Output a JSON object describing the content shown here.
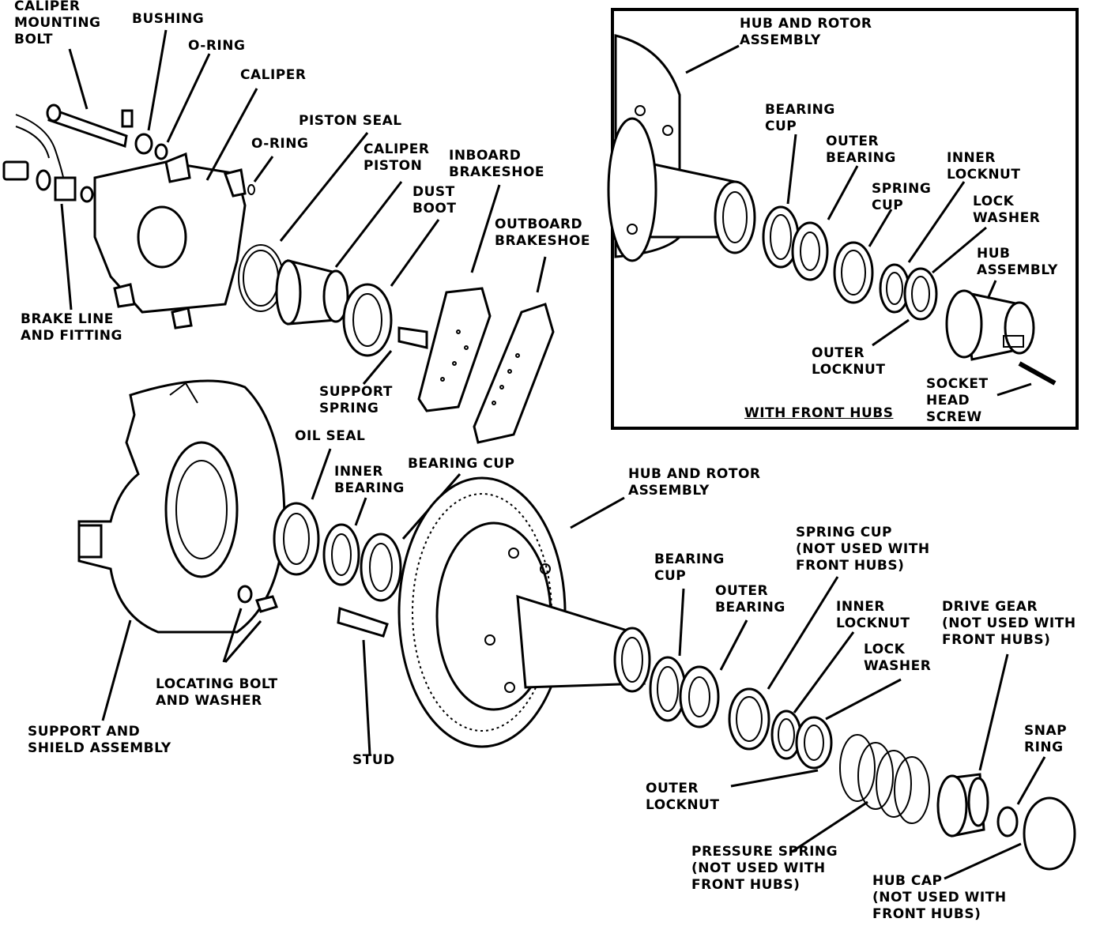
{
  "labels": {
    "caliper_mounting_bolt": "CALIPER\nMOUNTING\nBOLT",
    "bushing": "BUSHING",
    "o_ring_1": "O-RING",
    "caliper": "CALIPER",
    "piston_seal": "PISTON SEAL",
    "o_ring_2": "O-RING",
    "caliper_piston": "CALIPER\nPISTON",
    "inboard_brakeshoe": "INBOARD\nBRAKESHOE",
    "dust_boot": "DUST\nBOOT",
    "outboard_brakeshoe": "OUTBOARD\nBRAKESHOE",
    "brake_line_and_fitting": "BRAKE LINE\nAND FITTING",
    "support_spring": "SUPPORT\nSPRING",
    "oil_seal": "OIL SEAL",
    "inner_bearing": "INNER\nBEARING",
    "bearing_cup_main": "BEARING CUP",
    "hub_and_rotor_main": "HUB AND ROTOR\nASSEMBLY",
    "spring_cup_main": "SPRING CUP\n(NOT USED WITH\nFRONT HUBS)",
    "bearing_cup_lower": "BEARING\nCUP",
    "outer_bearing_lower": "OUTER\nBEARING",
    "inner_locknut_lower": "INNER\nLOCKNUT",
    "drive_gear": "DRIVE GEAR\n(NOT USED WITH\nFRONT HUBS)",
    "lock_washer_lower": "LOCK\nWASHER",
    "locating_bolt": "LOCATING BOLT\nAND WASHER",
    "support_shield": "SUPPORT AND\nSHIELD ASSEMBLY",
    "stud": "STUD",
    "snap_ring": "SNAP\nRING",
    "outer_locknut_lower": "OUTER\nLOCKNUT",
    "pressure_spring": "PRESSURE SPRING\n(NOT USED WITH\nFRONT HUBS)",
    "hub_cap": "HUB CAP\n(NOT USED WITH\nFRONT HUBS)"
  },
  "inset": {
    "hub_and_rotor": "HUB AND ROTOR\nASSEMBLY",
    "bearing_cup": "BEARING\nCUP",
    "outer_bearing": "OUTER\nBEARING",
    "spring_cup": "SPRING\nCUP",
    "inner_locknut": "INNER\nLOCKNUT",
    "lock_washer": "LOCK\nWASHER",
    "hub_assembly": "HUB\nASSEMBLY",
    "outer_locknut": "OUTER\nLOCKNUT",
    "socket_head_screw": "SOCKET\nHEAD\nSCREW",
    "caption": "WITH FRONT HUBS"
  }
}
